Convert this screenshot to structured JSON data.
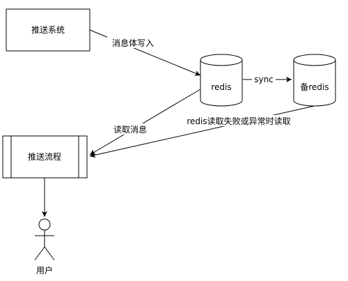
{
  "nodes": {
    "push_system": {
      "label": "推送系统"
    },
    "redis": {
      "label": "redis"
    },
    "backup_redis": {
      "label": "备redis"
    },
    "push_flow": {
      "label": "推送流程"
    },
    "user": {
      "label": "用户"
    }
  },
  "edges": {
    "write_message": {
      "label": "消息体写入"
    },
    "sync": {
      "label": "sync"
    },
    "read_message": {
      "label": "读取消息"
    },
    "fallback_read": {
      "label": "redis读取失败或异常时读取"
    }
  },
  "colors": {
    "stroke": "#000000",
    "fill": "#ffffff",
    "text": "#000000"
  }
}
